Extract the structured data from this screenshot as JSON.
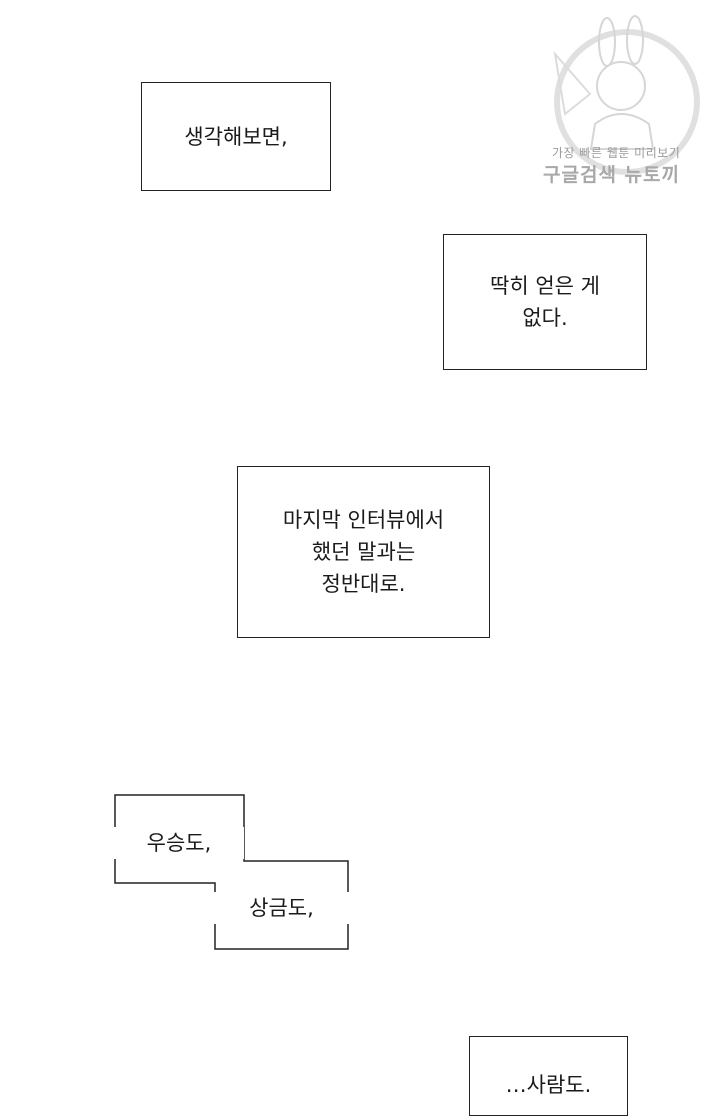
{
  "captions": {
    "c1": "생각해보면,",
    "c2": "딱히 얻은 게\n없다.",
    "c3": "마지막 인터뷰에서\n했던 말과는\n정반대로.",
    "c4": "우승도,",
    "c5": "상금도,",
    "c6": "…사람도."
  },
  "watermark": {
    "line1": "가장 빠른 웹툰 미리보기",
    "line2": "구글검색 뉴토끼",
    "icon": "rabbit-mascot-icon"
  },
  "colors": {
    "border": "#222222",
    "background": "#ffffff",
    "watermark": "#a8a8a8"
  }
}
